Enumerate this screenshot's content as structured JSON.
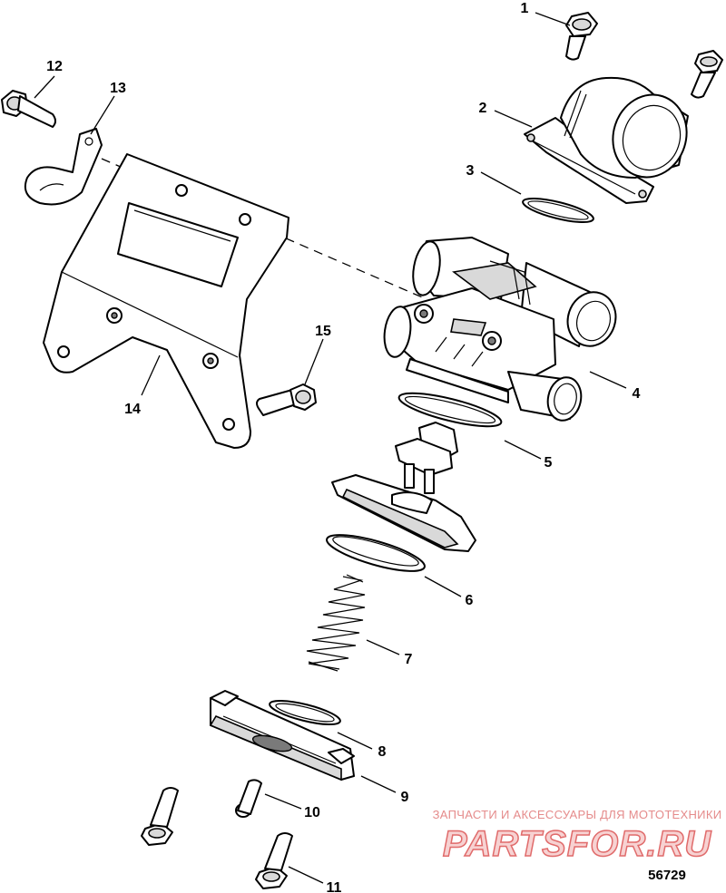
{
  "diagram": {
    "callouts": [
      {
        "id": "1",
        "label": "1"
      },
      {
        "id": "2",
        "label": "2"
      },
      {
        "id": "3",
        "label": "3"
      },
      {
        "id": "4",
        "label": "4"
      },
      {
        "id": "5",
        "label": "5"
      },
      {
        "id": "6",
        "label": "6"
      },
      {
        "id": "7",
        "label": "7"
      },
      {
        "id": "8",
        "label": "8"
      },
      {
        "id": "9",
        "label": "9"
      },
      {
        "id": "10",
        "label": "10"
      },
      {
        "id": "11",
        "label": "11"
      },
      {
        "id": "12",
        "label": "12"
      },
      {
        "id": "13",
        "label": "13"
      },
      {
        "id": "14",
        "label": "14"
      },
      {
        "id": "15",
        "label": "15"
      }
    ],
    "document_number": "56729"
  },
  "watermark": {
    "tagline": "ЗАПЧАСТИ И АКСЕССУАРЫ ДЛЯ МОТОТЕХНИКИ",
    "site": "PARTSFOR.RU",
    "color": "#e06b6b"
  }
}
